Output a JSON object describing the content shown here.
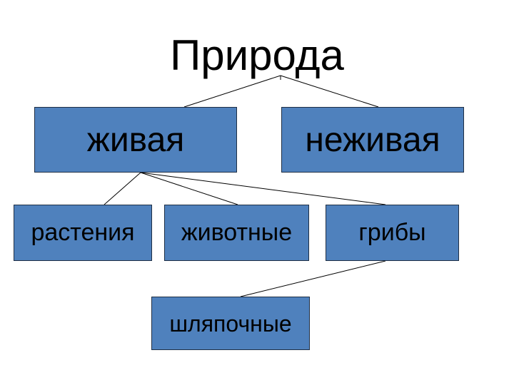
{
  "title": "Природа",
  "colors": {
    "box_fill": "#4f81bd",
    "box_border": "#1f2f45",
    "line": "#000000",
    "text": "#000000"
  },
  "nodes": {
    "zhivaya": "живая",
    "nezhivaya": "неживая",
    "rasteniya": "растения",
    "zhivotnye": "животные",
    "griby": "грибы",
    "shlyapochnye": "шляпочные"
  }
}
